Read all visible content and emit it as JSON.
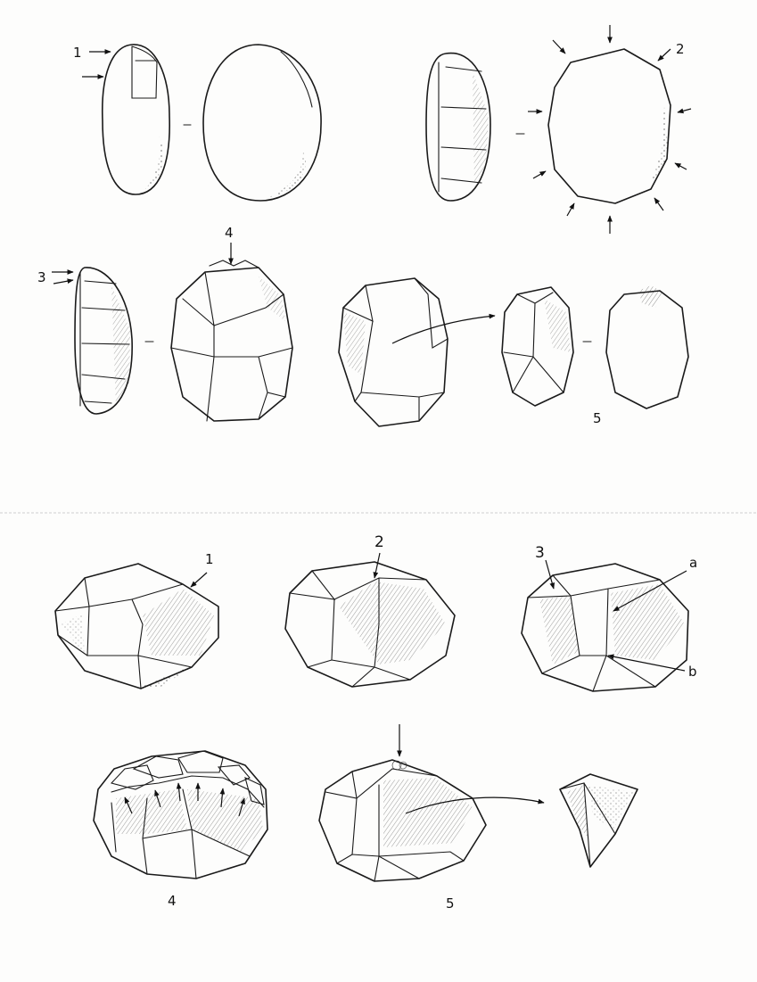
{
  "upper_plate": {
    "labels": [
      "1",
      "2",
      "3",
      "4",
      "5"
    ],
    "dash": "-"
  },
  "lower_plate": {
    "labels": [
      "1",
      "2",
      "3",
      "4",
      "5"
    ],
    "annotations": [
      "a",
      "b"
    ]
  },
  "colors": {
    "ink": "#1a1a1a",
    "paper": "#fdfdfc",
    "separator": "#cfcfcf"
  },
  "icons": [
    "blow-arrow-icon",
    "flake-removal-arrow-icon"
  ]
}
